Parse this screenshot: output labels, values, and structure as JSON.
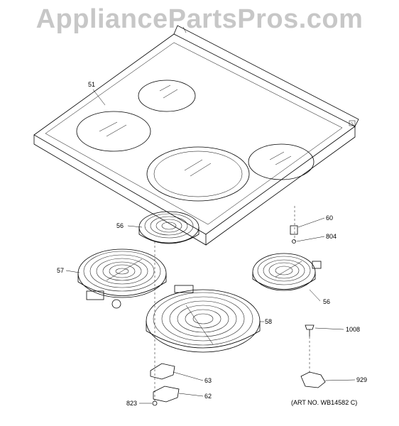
{
  "watermark": "AppliancePartsPros.com",
  "callouts": {
    "c51": "51",
    "c56a": "56",
    "c56b": "56",
    "c57": "57",
    "c58": "58",
    "c60": "60",
    "c804": "804",
    "c1008": "1008",
    "c929": "929",
    "c63": "63",
    "c62": "62",
    "c823": "823"
  },
  "art_number": "(ART NO. WB14582 C)"
}
